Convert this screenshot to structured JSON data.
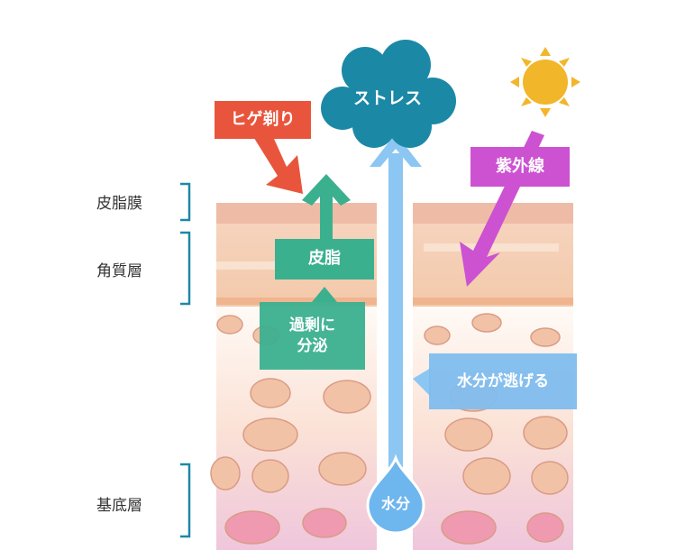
{
  "layers": {
    "sebum_film": "皮脂膜",
    "stratum_corneum": "角質層",
    "basal_layer": "基底層"
  },
  "stress": "ストレス",
  "shaving": "ヒゲ剃り",
  "uv": "紫外線",
  "sebum": "皮脂",
  "excess": "過剰に\n分泌",
  "water_escapes": "水分が逃げる",
  "water": "水分",
  "colors": {
    "stress": "#1b89a6",
    "shaving": "#e9553c",
    "uv": "#cc52d2",
    "sebum": "#3bb08f",
    "water": "#7fbdee",
    "sun": "#f2b62a",
    "bracket": "#1e87a8"
  }
}
